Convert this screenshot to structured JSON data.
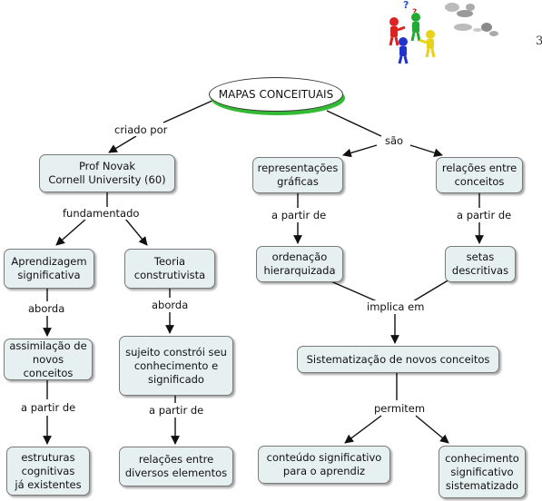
{
  "slide_number": "3",
  "diagram": {
    "root": "MAPAS CONCEITUAIS",
    "nodes": {
      "prof_novak": "Prof Novak\nCornell University (60)",
      "aprendizagem": "Aprendizagem\nsignificativa",
      "teoria": "Teoria\nconstrutivista",
      "assimilacao": "assimilação de\nnovos conceitos",
      "sujeito": "sujeito constrói seu\nconhecimento e\nsignificado",
      "estruturas": "estruturas\ncognitivas\njá existentes",
      "relacoes_elementos": "relações entre\ndiversos elementos",
      "representacoes": "representações\ngráficas",
      "relacoes_conceitos": "relações entre\nconceitos",
      "ordenacao": "ordenação\nhierarquizada",
      "setas": "setas\ndescritivas",
      "sistematizacao": "Sistematização de novos conceitos",
      "conteudo": "conteúdo significativo\npara o aprendiz",
      "conhecimento": "conhecimento\nsignificativo\nsistematizado"
    },
    "links": {
      "criado_por": "criado por",
      "sao": "são",
      "fundamentado": "fundamentado",
      "aborda_1": "aborda",
      "aborda_2": "aborda",
      "a_partir_de_1": "a partir de",
      "a_partir_de_2": "a partir de",
      "a_partir_de_3": "a partir de",
      "a_partir_de_4": "a partir de",
      "implica_em": "implica em",
      "permitem": "permitem"
    }
  },
  "clipart": {
    "icon": "people-with-question-marks-icon"
  }
}
